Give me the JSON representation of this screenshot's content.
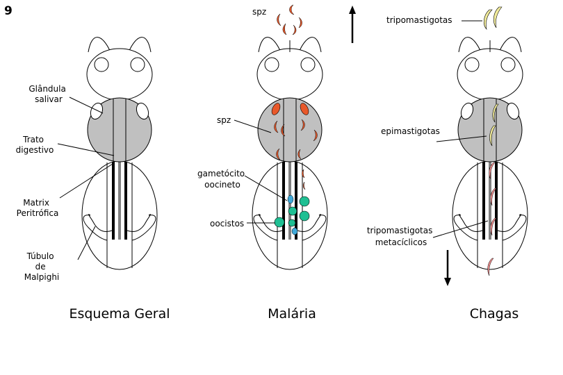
{
  "figure_number": "9",
  "panels": {
    "general": {
      "caption": "Esquema Geral",
      "labels": {
        "salivary_gland": [
          "Glândula",
          "salivar"
        ],
        "digestive_tract": [
          "Trato",
          "digestivo"
        ],
        "peritrophic_matrix": [
          "Matrix",
          "Peritrófica"
        ],
        "malpighian_tubule": [
          "Túbulo",
          "de",
          "Malpighi"
        ]
      }
    },
    "malaria": {
      "caption": "Malária",
      "labels": {
        "spz_top": "spz",
        "spz_gland": "spz",
        "gametocyte": [
          "gametócito",
          "oocineto"
        ],
        "oocysts": "oocistos"
      }
    },
    "chagas": {
      "caption": "Chagas",
      "labels": {
        "trypomastigotes_top": "tripomastigotas",
        "epimastigotes": "epimastigotas",
        "metacyclic": [
          "tripomastigotas",
          "metacíclicos"
        ]
      }
    }
  },
  "colors": {
    "thorax_fill": "#c0c0c0",
    "outline": "#000000",
    "sporozoite": "#e8582a",
    "oocyst": "#1fbf93",
    "ookinete": "#3fa8d8",
    "epimastigote": "#f2ec9c",
    "trypomastigote_pink": "#ec8d8d"
  }
}
